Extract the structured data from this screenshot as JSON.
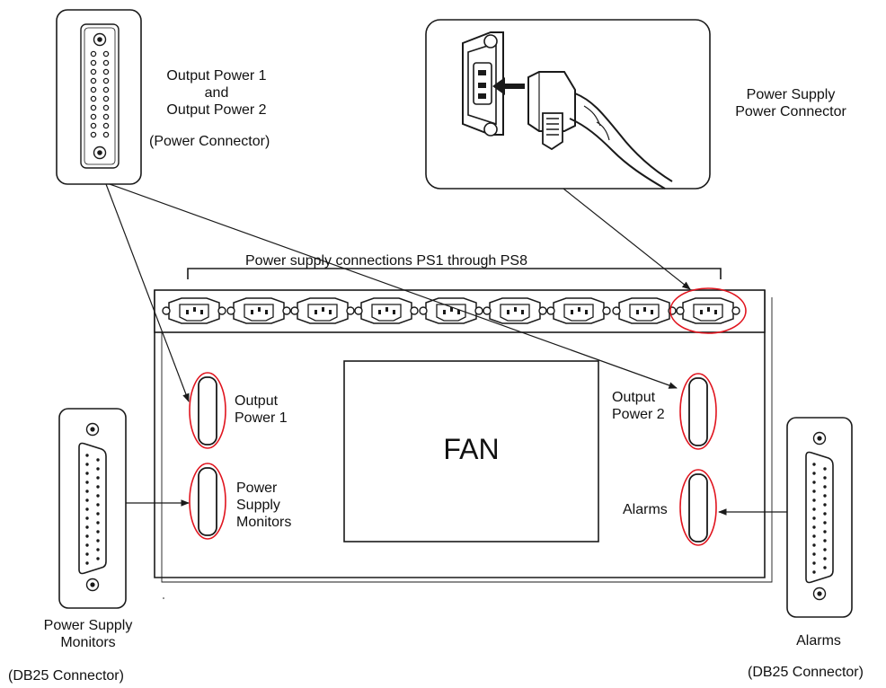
{
  "labels": {
    "output_power_title": "Output Power 1",
    "output_power_and": "and",
    "output_power_title_2": "Output Power 2",
    "power_connector": "(Power Connector)",
    "ps_power_connector_line1": "Power Supply",
    "ps_power_connector_line2": "Power Connector",
    "ps_connections": "Power supply connections PS1 through PS8",
    "output_power_1_line1": "Output",
    "output_power_1_line2": "Power 1",
    "output_power_2_line1": "Output",
    "output_power_2_line2": "Power 2",
    "fan": "FAN",
    "psm_panel_line1": "Power",
    "psm_panel_line2": "Supply",
    "psm_panel_line3": "Monitors",
    "alarms_panel": "Alarms",
    "psm_bottom_line1": "Power Supply",
    "psm_bottom_line2": "Monitors",
    "psm_db25": "(DB25 Connector)",
    "alarms_bottom": "Alarms",
    "alarms_db25": "(DB25 Connector)"
  },
  "colors": {
    "stroke": "#1a1a1a",
    "highlight": "#e0141e",
    "background": "#ffffff"
  },
  "icons": [
    "iec-c14-inlet-icon",
    "iec-c13-plug-icon",
    "db15-connector-icon",
    "db25-connector-icon"
  ]
}
